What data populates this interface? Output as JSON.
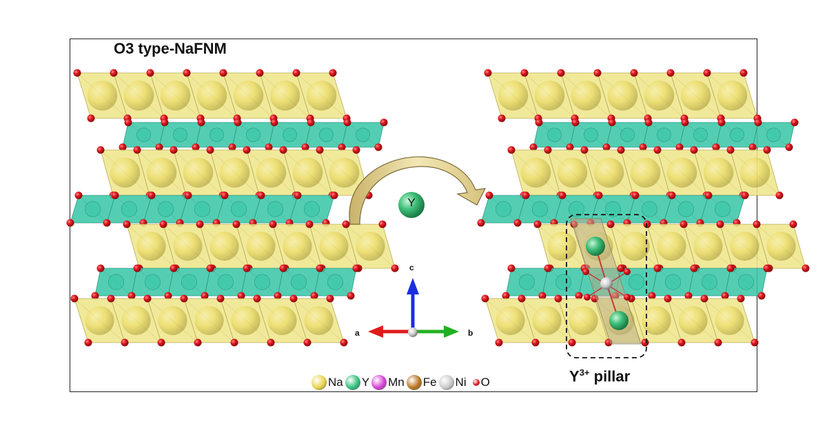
{
  "title": "O3 type-NaFNM",
  "dopant_label": "Y",
  "pillar": {
    "prefix": "Y",
    "charge": "3+",
    "suffix": " pillar"
  },
  "axes": {
    "a": "a",
    "b": "b",
    "c": "c"
  },
  "legend": [
    {
      "label": "Na",
      "color": "#e8d44a",
      "icon": "na-atom-icon"
    },
    {
      "label": "Y",
      "color": "#2fc07a",
      "icon": "y-atom-icon"
    },
    {
      "label": "Mn",
      "color": "#d63fd6",
      "icon": "mn-atom-icon"
    },
    {
      "label": "Fe",
      "color": "#b8741e",
      "icon": "fe-atom-icon"
    },
    {
      "label": "Ni",
      "color": "#c9c9c9",
      "icon": "ni-atom-icon"
    },
    {
      "label": "O",
      "color": "#d4141b",
      "icon": "o-atom-icon"
    }
  ],
  "colors": {
    "na_layer": "#efe68c",
    "tm_layer": "#3cc7a8",
    "oxygen": "#d4141b",
    "arrow_fill": "#e7d79a",
    "axis_a": "#e01a1a",
    "axis_b": "#22b022",
    "axis_c": "#1a2ee0"
  }
}
